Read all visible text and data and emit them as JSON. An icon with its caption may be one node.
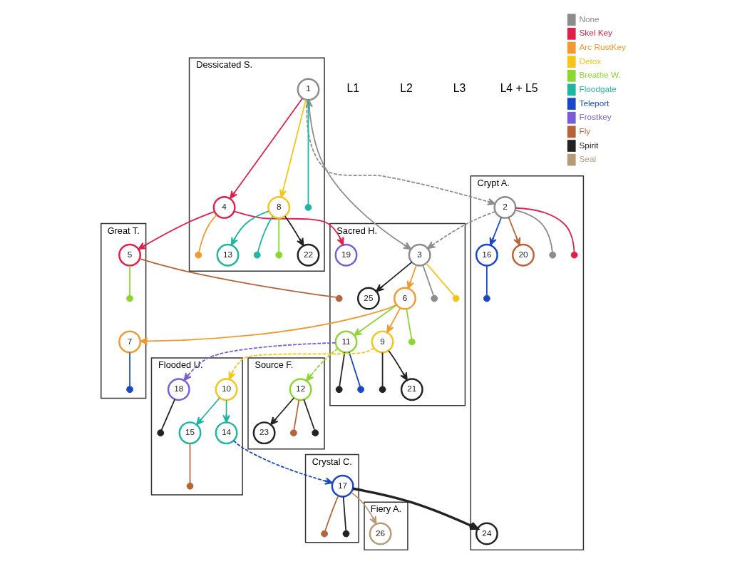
{
  "diagram": {
    "nodes": [
      {
        "text": [
          "Great T."
        ]
      },
      {
        "text": [
          "7"
        ],
        "in": 0
      },
      {
        "text": [
          "5"
        ],
        "in": 0
      },
      {
        "text": [
          "Fiery A."
        ]
      },
      {
        "text": [
          "26"
        ],
        "in": 3
      },
      {
        "text": [
          "Flooded U."
        ]
      },
      {
        "text": [
          "18"
        ],
        "in": 5
      },
      {
        "text": [
          "15"
        ],
        "in": 5
      },
      {
        "text": [
          "14"
        ],
        "in": 5
      },
      {
        "text": [
          "10"
        ],
        "in": 5
      },
      {
        "text": [
          "Source F."
        ]
      },
      {
        "text": [
          "12"
        ],
        "in": 10
      },
      {
        "text": [
          "23"
        ],
        "in": 10
      },
      {
        "text": [
          "Sacred H."
        ]
      },
      {
        "text": [
          "11"
        ],
        "in": 13
      },
      {
        "text": [
          "21"
        ],
        "in": 13
      },
      {
        "text": [
          "25"
        ],
        "in": 13
      },
      {
        "text": [
          "19"
        ],
        "in": 13
      },
      {
        "text": [
          "9"
        ],
        "in": 13
      },
      {
        "text": [
          "6"
        ],
        "in": 13
      },
      {
        "text": [
          "3"
        ],
        "in": 13
      },
      {
        "text": [
          "Crystal C."
        ]
      },
      {
        "text": [
          "17"
        ],
        "in": 21
      },
      {
        "text": [
          "Crypt A."
        ]
      },
      {
        "text": [
          "24"
        ],
        "in": 23
      },
      {
        "text": [
          "16"
        ],
        "in": 23
      },
      {
        "text": [
          "20"
        ],
        "in": 23
      },
      {
        "text": [
          "2"
        ],
        "in": 23
      },
      {
        "text": [
          "Dessicated S."
        ]
      },
      {
        "text": [
          "22"
        ],
        "in": 28
      },
      {
        "text": [
          "13"
        ],
        "in": 28
      },
      {
        "text": [
          "4"
        ],
        "in": 28
      },
      {
        "text": [
          "8"
        ],
        "in": 28
      },
      {
        "text": [
          "1"
        ],
        "in": 28
      },
      {
        "text": [],
        "shape": "circle",
        "in": 0
      },
      {
        "text": [],
        "shape": "circle",
        "in": 0
      },
      {
        "text": [],
        "shape": "circle",
        "in": 13
      },
      {
        "text": [],
        "shape": "circle",
        "in": 13
      },
      {
        "text": [],
        "shape": "circle",
        "in": 13
      },
      {
        "text": [],
        "shape": "circle",
        "in": 13
      },
      {
        "text": [],
        "shape": "circle",
        "in": 13
      },
      {
        "text": [],
        "shape": "circle",
        "in": 13
      },
      {
        "text": [],
        "shape": "circle",
        "in": 13
      },
      {
        "text": [],
        "shape": "circle",
        "in": 10
      },
      {
        "text": [],
        "shape": "circle",
        "in": 10
      },
      {
        "text": [],
        "shape": "circle",
        "in": 5
      },
      {
        "text": [],
        "shape": "circle",
        "in": 5
      },
      {
        "text": [],
        "shape": "circle",
        "in": 21
      },
      {
        "text": [],
        "shape": "circle",
        "in": 21
      },
      {
        "text": [],
        "shape": "circle",
        "in": 28
      },
      {
        "text": [],
        "shape": "circle",
        "in": 28
      },
      {
        "text": [],
        "shape": "circle",
        "in": 28
      },
      {
        "text": [],
        "shape": "circle",
        "in": 28
      },
      {
        "text": [],
        "shape": "circle",
        "in": 23
      },
      {
        "text": [],
        "shape": "circle",
        "in": 23
      },
      {
        "text": [],
        "shape": "circle",
        "in": 23
      }
    ],
    "edges": [
      {
        "from": 19,
        "to": 1,
        "arrow": "to",
        "color": "#f29a2e"
      },
      {
        "from": 31,
        "to": 2,
        "arrow": "to",
        "color": "#e0204a"
      },
      {
        "from": 31,
        "to": 17,
        "arrow": "to",
        "color": "#e0204a"
      },
      {
        "from": 14,
        "to": 11,
        "arrow": "to",
        "style": "dashed",
        "color": "#8cd630"
      },
      {
        "from": 14,
        "to": 6,
        "arrow": "to",
        "style": "dashed",
        "color": "#7a5cd6"
      },
      {
        "from": 19,
        "to": 14,
        "arrow": "to",
        "color": "#8cd630"
      },
      {
        "from": 19,
        "to": 18,
        "arrow": "to",
        "color": "#f29a2e"
      },
      {
        "from": 18,
        "to": 15,
        "arrow": "to",
        "color": "#222222"
      },
      {
        "from": 20,
        "to": 19,
        "arrow": "to",
        "color": "#f29a2e"
      },
      {
        "from": 20,
        "to": 16,
        "arrow": "to",
        "color": "#222222"
      },
      {
        "from": 33,
        "to": 20,
        "arrow": "both",
        "color": "#8c8c8c"
      },
      {
        "from": 27,
        "to": 20,
        "arrow": "to",
        "style": "dashed",
        "color": "#8c8c8c"
      },
      {
        "from": 33,
        "to": 27,
        "arrow": "to",
        "style": "dashed",
        "color": "#8c8c8c"
      },
      {
        "from": 18,
        "to": 9,
        "arrow": "to",
        "style": "dashed",
        "color": "#f5c518"
      },
      {
        "from": 9,
        "to": 7,
        "arrow": "to",
        "color": "#1fb5a0"
      },
      {
        "from": 9,
        "to": 8,
        "arrow": "to",
        "color": "#1fb5a0"
      },
      {
        "from": 8,
        "to": 22,
        "arrow": "to",
        "style": "dashed",
        "color": "#1a47c8"
      },
      {
        "from": 22,
        "to": 4,
        "arrow": "to",
        "color": "#b89a78"
      },
      {
        "from": 22,
        "to": 24,
        "arrow": "to",
        "style": "thick",
        "color": "#222222"
      },
      {
        "from": 11,
        "to": 12,
        "arrow": "to",
        "color": "#222222"
      },
      {
        "from": 33,
        "to": 32,
        "arrow": "to",
        "color": "#f5c518"
      },
      {
        "from": 33,
        "to": 31,
        "arrow": "to",
        "color": "#e0204a"
      },
      {
        "from": 32,
        "to": 30,
        "arrow": "to",
        "color": "#1fb5a0"
      },
      {
        "from": 32,
        "to": 29,
        "arrow": "to",
        "color": "#222222"
      },
      {
        "from": 27,
        "to": 26,
        "arrow": "to",
        "color": "#b8643a"
      },
      {
        "from": 27,
        "to": 25,
        "arrow": "to",
        "color": "#1a47c8"
      },
      {
        "from": 2,
        "to": 34,
        "arrow": "none",
        "color": "#8cd630"
      },
      {
        "from": 1,
        "to": 35,
        "arrow": "none",
        "color": "#1a47c8"
      },
      {
        "from": 14,
        "to": 36,
        "arrow": "none",
        "color": "#1a47c8"
      },
      {
        "from": 14,
        "to": 37,
        "arrow": "none",
        "color": "#222222"
      },
      {
        "from": 19,
        "to": 38,
        "arrow": "none",
        "color": "#8cd630"
      },
      {
        "from": 20,
        "to": 39,
        "arrow": "none",
        "color": "#8c8c8c"
      },
      {
        "from": 20,
        "to": 40,
        "arrow": "none",
        "color": "#f5c518"
      },
      {
        "from": 18,
        "to": 41,
        "arrow": "none",
        "color": "#222222"
      },
      {
        "from": 2,
        "to": 42,
        "arrow": "none",
        "color": "#b8643a"
      },
      {
        "from": 11,
        "to": 43,
        "arrow": "none",
        "color": "#b8643a"
      },
      {
        "from": 11,
        "to": 44,
        "arrow": "none",
        "color": "#222222"
      },
      {
        "from": 6,
        "to": 45,
        "arrow": "none",
        "color": "#222222"
      },
      {
        "from": 7,
        "to": 46,
        "arrow": "none",
        "color": "#b8643a"
      },
      {
        "from": 22,
        "to": 47,
        "arrow": "none",
        "color": "#b8643a"
      },
      {
        "from": 22,
        "to": 48,
        "arrow": "none",
        "color": "#222222"
      },
      {
        "from": 31,
        "to": 49,
        "arrow": "none",
        "color": "#f29a2e"
      },
      {
        "from": 32,
        "to": 50,
        "arrow": "none",
        "color": "#1fb5a0"
      },
      {
        "from": 32,
        "to": 51,
        "arrow": "none",
        "color": "#8cd630"
      },
      {
        "from": 33,
        "to": 52,
        "arrow": "none",
        "color": "#1fb5a0"
      },
      {
        "from": 25,
        "to": 53,
        "arrow": "none",
        "color": "#1a47c8"
      },
      {
        "from": 27,
        "to": 54,
        "arrow": "none",
        "color": "#8c8c8c"
      },
      {
        "from": 27,
        "to": 55,
        "arrow": "none",
        "color": "#e0204a"
      }
    ],
    "labels": [
      "L1",
      "L2",
      "L3",
      "L4 + L5"
    ],
    "legend": [
      {
        "text": "None",
        "color": "#8c8c8c"
      },
      {
        "text": "Skel Key",
        "color": "#e0204a"
      },
      {
        "text": "Arc RustKey",
        "color": "#f29a2e"
      },
      {
        "text": "Detox",
        "color": "#f5c518"
      },
      {
        "text": "Breathe W.",
        "color": "#8cd630"
      },
      {
        "text": "Floodgate",
        "color": "#1fb5a0"
      },
      {
        "text": "Teleport",
        "color": "#1a47c8"
      },
      {
        "text": "Frostkey",
        "color": "#7a5cd6"
      },
      {
        "text": "Fly",
        "color": "#b8643a"
      },
      {
        "text": "Spirit",
        "color": "#222222"
      },
      {
        "text": "Seal",
        "color": "#b89a78"
      }
    ]
  }
}
